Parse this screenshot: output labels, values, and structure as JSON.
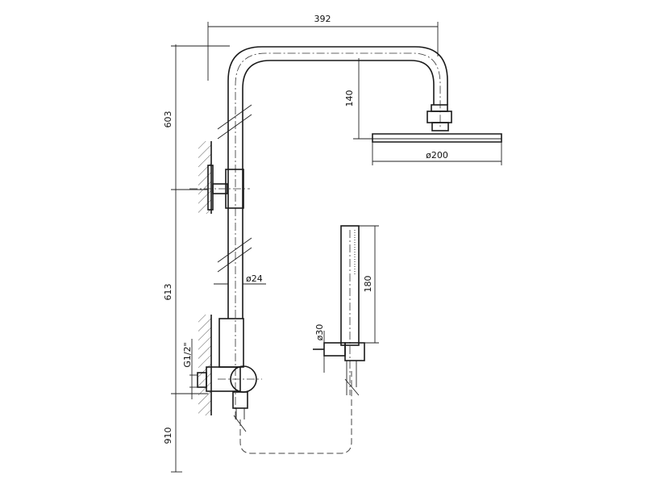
{
  "dimensions": {
    "width_total": "392",
    "height_upper": "603",
    "height_mid": "613",
    "height_floor": "910",
    "head_drop": "140",
    "head_diameter": "ø200",
    "pipe_diameter": "ø24",
    "handshower_length": "180",
    "handshower_diameter": "ø30",
    "inlet_thread": "G1/2\""
  }
}
